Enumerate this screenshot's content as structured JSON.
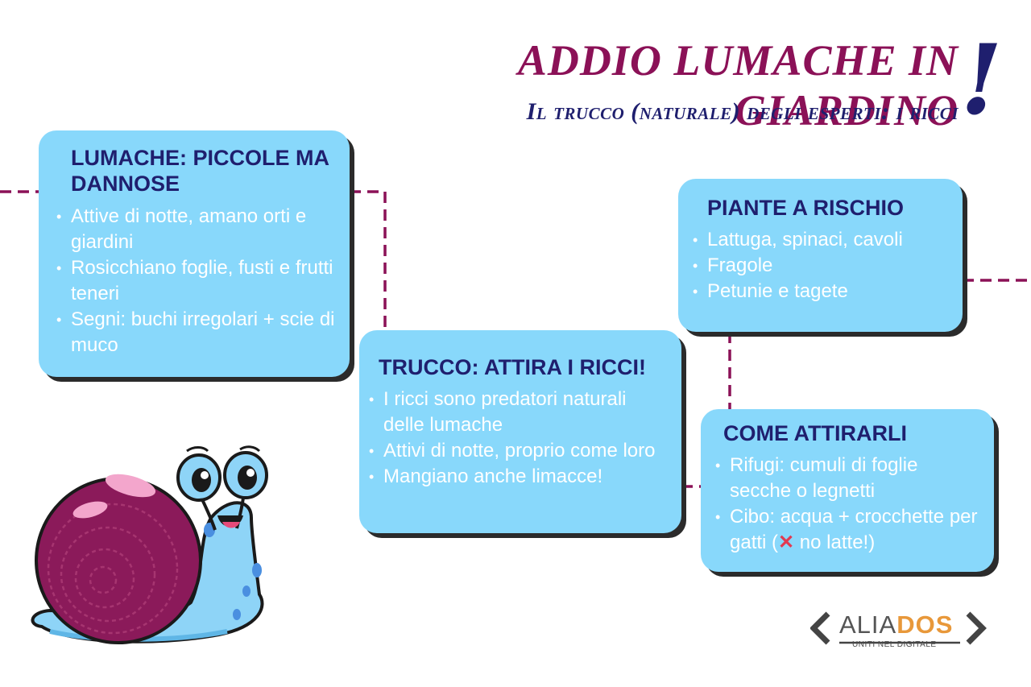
{
  "header": {
    "title": "ADDIO LUMACHE IN GIARDINO",
    "subtitle": "Il trucco (naturale) degli esperti: i ricci",
    "exclamation": "!"
  },
  "cards": [
    {
      "title": "LUMACHE: PICCOLE MA DANNOSE",
      "items": [
        "Attive di notte, amano orti e giardini",
        "Rosicchiano foglie, fusti e frutti teneri",
        "Segni: buchi irregolari + scie di muco"
      ]
    },
    {
      "title": "TRUCCO: ATTIRA I RICCI!",
      "items": [
        "I ricci sono predatori naturali delle lumache",
        "Attivi di notte, proprio come loro",
        "Mangiano anche limacce!"
      ]
    },
    {
      "title": "PIANTE A RISCHIO",
      "items": [
        "Lattuga, spinaci, cavoli",
        "Fragole",
        "Petunie e tagete"
      ]
    },
    {
      "title": "COME ATTIRARLI",
      "items": [
        "Rifugi: cumuli di foglie secche o legnetti"
      ],
      "item2_prefix": "Cibo: acqua + crocchette per gatti (",
      "item2_icon": "cross-mark-icon",
      "item2_suffix": " no latte!)"
    }
  ],
  "logo": {
    "name_part1": "ALIA",
    "name_part2": "DOS",
    "tagline": "UNITI NEL DIGITALE",
    "accent_color": "#e8983a"
  },
  "colors": {
    "title": "#8b1157",
    "subtitle": "#1f1f6e",
    "card_bg": "#88d8fb",
    "connector": "#8b1157",
    "snail_shell": "#8b1a5a",
    "snail_body": "#8ed4f7"
  },
  "illustration": "snail-icon"
}
